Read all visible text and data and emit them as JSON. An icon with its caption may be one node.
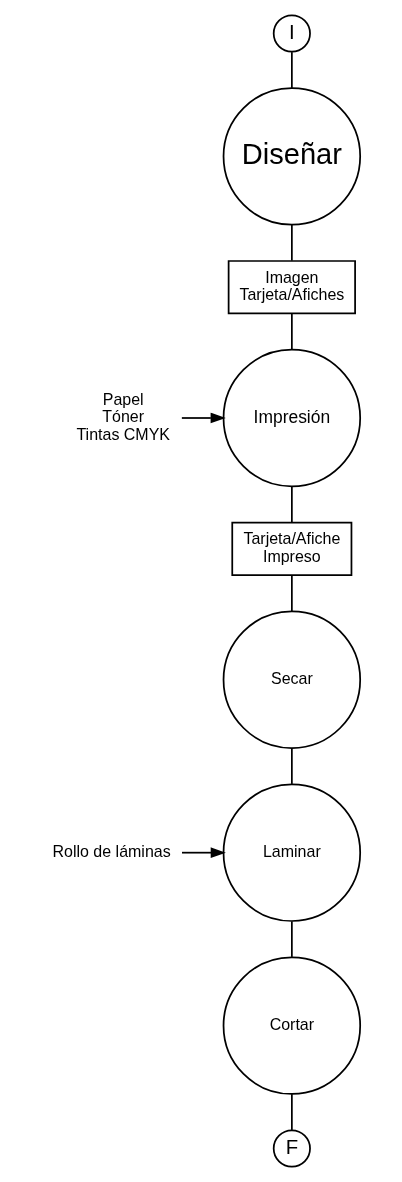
{
  "diagram": {
    "nodes": [
      {
        "text": [
          "I"
        ]
      },
      {
        "text": [
          "Diseñar"
        ]
      },
      {
        "text": [
          "Imagen Tarjeta/Afiches"
        ]
      },
      {
        "text": [
          "Impresión"
        ]
      },
      {
        "text": [
          "Tarjeta/Afiche Impreso"
        ]
      },
      {
        "text": [
          "Secar"
        ]
      },
      {
        "text": [
          "Laminar"
        ]
      },
      {
        "text": [
          "Cortar"
        ]
      },
      {
        "text": [
          "F"
        ]
      },
      {
        "text": [
          "Papel Tóner Tintas CMYK"
        ]
      },
      {
        "text": [
          "Rollo de láminas"
        ]
      }
    ],
    "edges": [
      {
        "from": 0,
        "to": 1,
        "arrow": "none"
      },
      {
        "from": 1,
        "to": 2,
        "arrow": "none"
      },
      {
        "from": 2,
        "to": 3,
        "arrow": "none"
      },
      {
        "from": 9,
        "to": 3,
        "arrow": "to"
      },
      {
        "from": 3,
        "to": 4,
        "arrow": "none"
      },
      {
        "from": 4,
        "to": 5,
        "arrow": "none"
      },
      {
        "from": 5,
        "to": 6,
        "arrow": "none"
      },
      {
        "from": 10,
        "to": 6,
        "arrow": "to"
      },
      {
        "from": 6,
        "to": 7,
        "arrow": "none"
      },
      {
        "from": 7,
        "to": 8,
        "arrow": "none"
      }
    ]
  }
}
